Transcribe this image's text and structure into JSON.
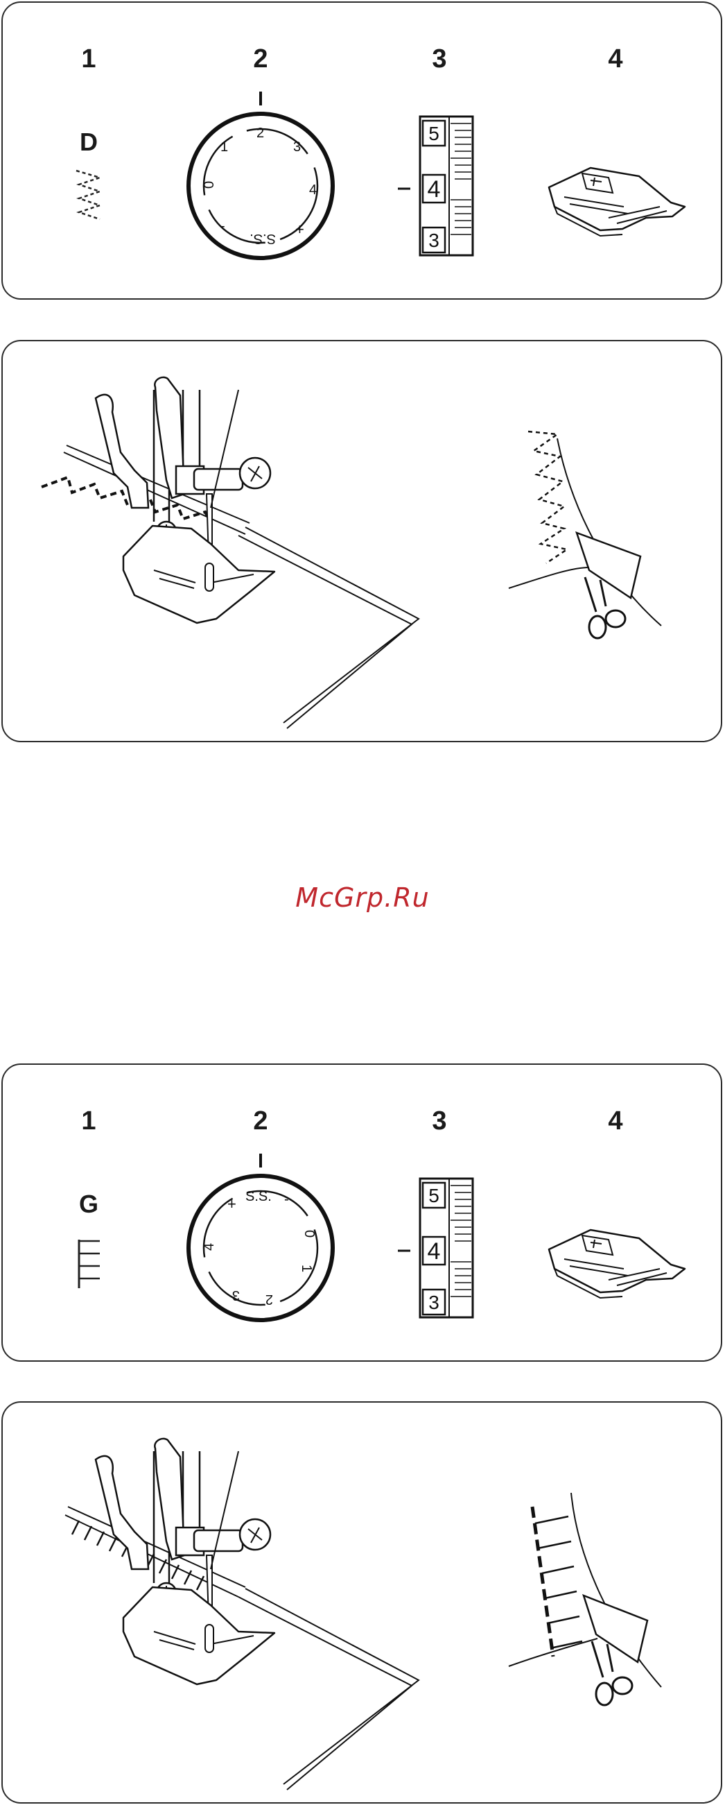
{
  "panels": [
    {
      "steps": [
        "1",
        "2",
        "3",
        "4"
      ],
      "pattern_letter": "D",
      "dial": {
        "marks": [
          "0",
          "1",
          "2",
          "3",
          "4",
          "S.S.",
          "-",
          "+"
        ]
      },
      "stitch_length": {
        "values": [
          "5",
          "4",
          "3"
        ],
        "selected": "4"
      }
    },
    {
      "steps": [
        "1",
        "2",
        "3",
        "4"
      ],
      "pattern_letter": "G",
      "dial": {
        "marks": [
          "4",
          "3",
          "2",
          "1",
          "0",
          "S.S.",
          "+",
          "-"
        ]
      },
      "stitch_length": {
        "values": [
          "5",
          "4",
          "3"
        ],
        "selected": "4"
      }
    }
  ],
  "watermark": "McGrp.Ru",
  "icons": [
    "zigzag-stitch-icon",
    "straight-stitch-icon",
    "presser-foot-icon",
    "sewing-needle-illustration",
    "scissors-icon"
  ]
}
